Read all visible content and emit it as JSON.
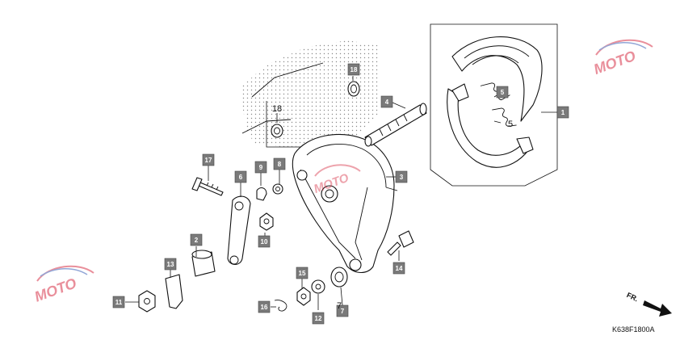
{
  "diagram_code": "K638F1800A",
  "direction_label": "FR.",
  "watermark_text": "MOTO",
  "callouts": {
    "c1": "1",
    "c2": "2",
    "c3": "3",
    "c4": "4",
    "c5": "5",
    "c6": "6",
    "c7": "7",
    "c8": "8",
    "c9": "9",
    "c10": "10",
    "c11": "11",
    "c12": "12",
    "c13": "13",
    "c14": "14",
    "c15": "15",
    "c16": "16",
    "c17": "17",
    "c18": "18"
  },
  "plain_labels": {
    "p18": "18",
    "p5": "5",
    "p7": "7"
  },
  "colors": {
    "callout_fill": "#7a7a7a",
    "line": "#111111",
    "watermark_red": "#d8344a",
    "watermark_blue": "#3a5fb5"
  }
}
